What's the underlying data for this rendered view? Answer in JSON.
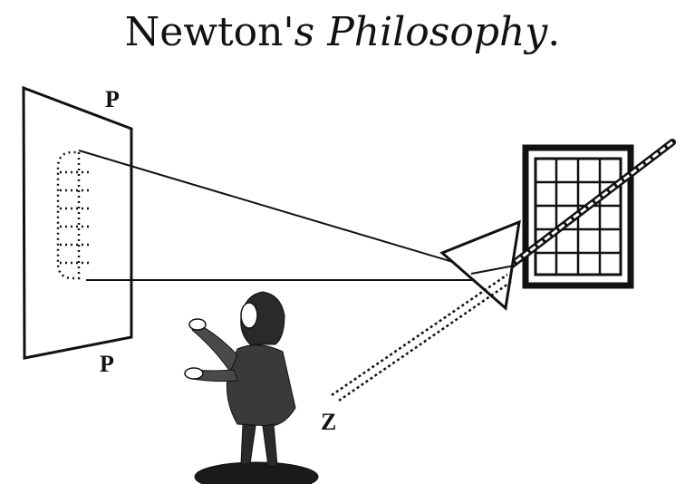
{
  "title": {
    "word": "Newton",
    "possessive": "'s",
    "subject": "Philosophy",
    "period": "."
  },
  "labels": {
    "screen_top": "P",
    "screen_bottom": "P",
    "ray": "Z"
  },
  "colors": {
    "ink": "#111111",
    "paper": "#ffffff"
  }
}
